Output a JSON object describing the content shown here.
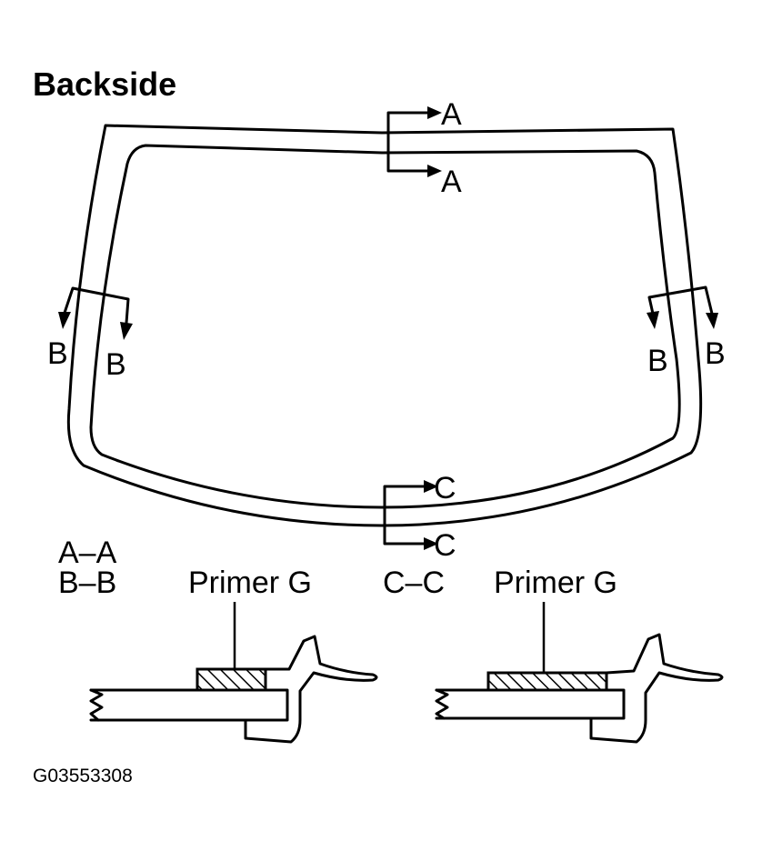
{
  "title": "Backside",
  "section_marks": {
    "a_top": "A",
    "a_bottom": "A",
    "b_left_outer": "B",
    "b_left_inner": "B",
    "b_right_inner": "B",
    "b_right_outer": "B",
    "c_top": "C",
    "c_bottom": "C"
  },
  "detail_left": {
    "section_line1": "A–A",
    "section_line2": "B–B",
    "primer_label": "Primer G"
  },
  "detail_right": {
    "section_line1": "C–C",
    "primer_label": "Primer G"
  },
  "figure_code": "G03553308"
}
